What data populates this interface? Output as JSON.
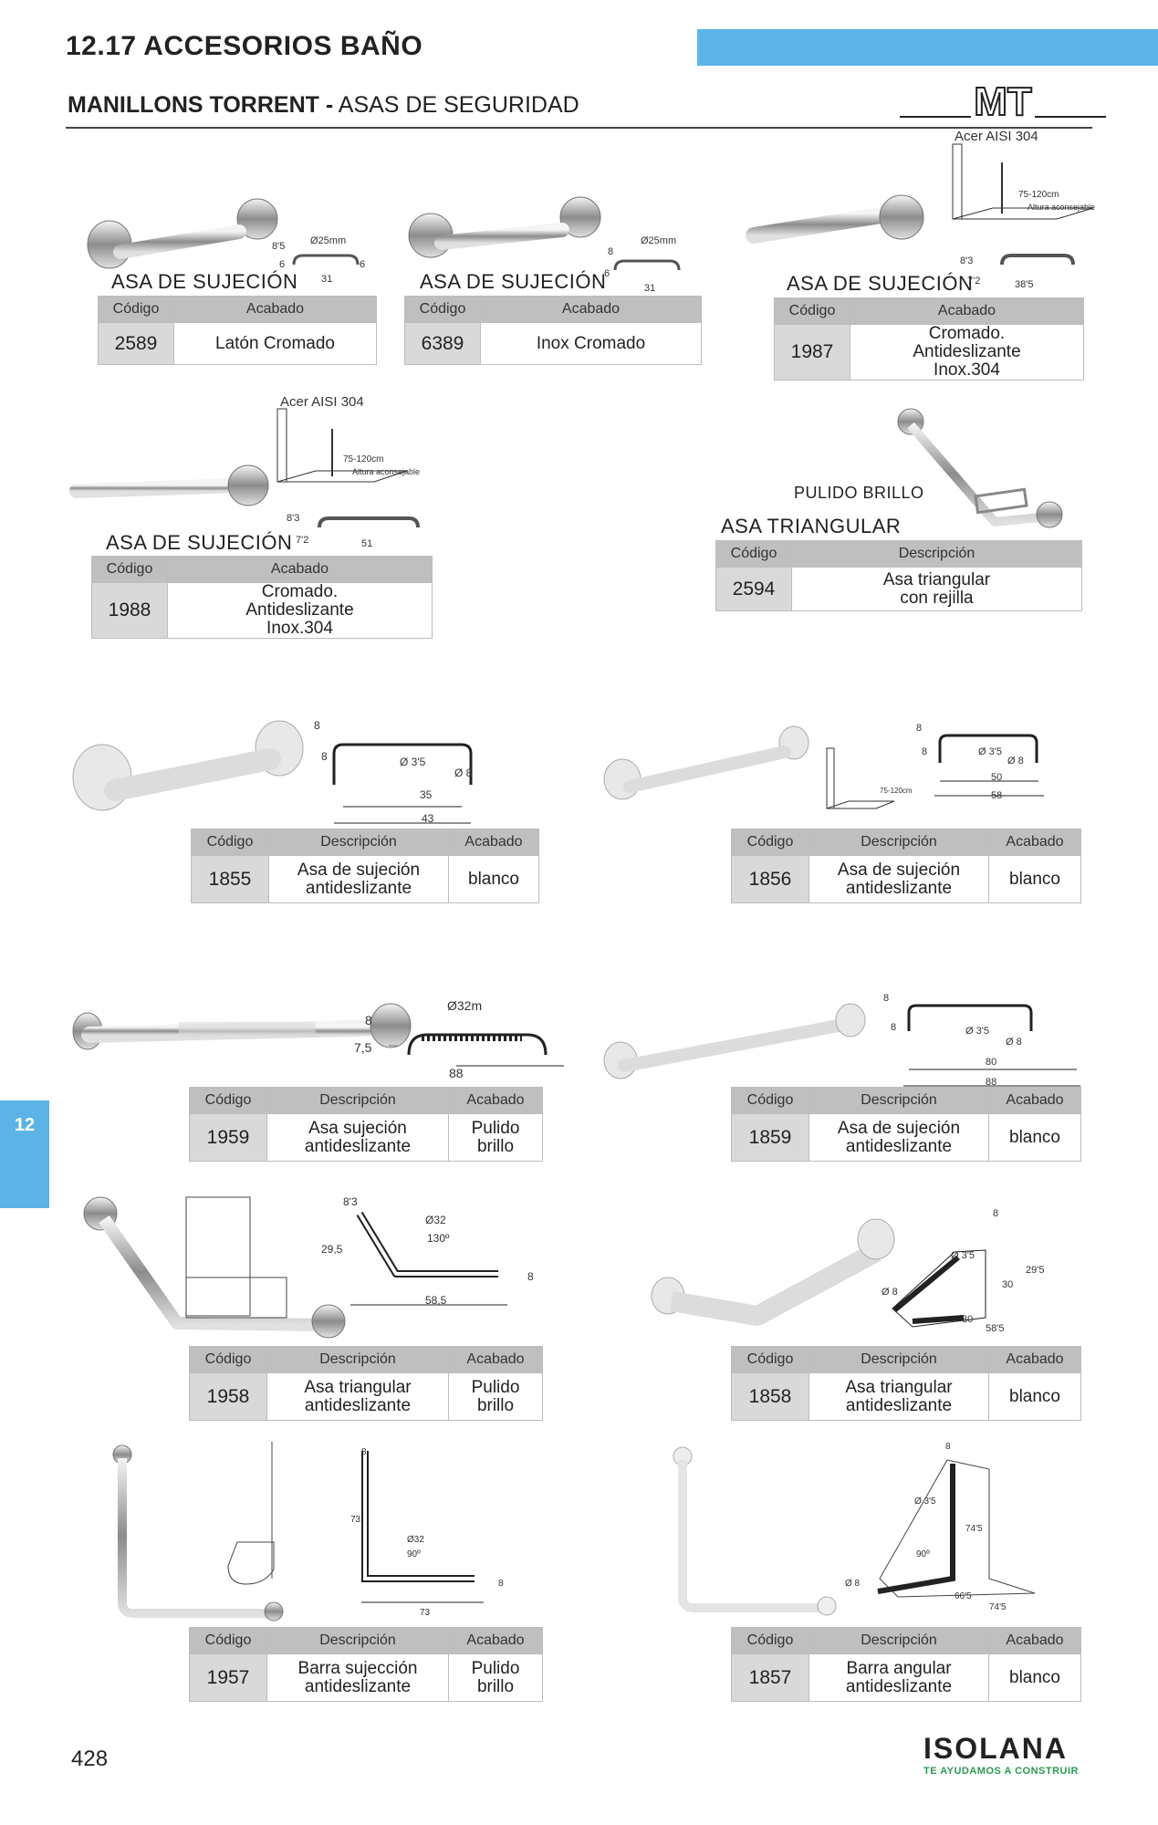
{
  "header": {
    "section_title": "12.17 ACCESORIOS BAÑO",
    "brand_line_bold": "MANILLONS TORRENT -",
    "brand_line_light": "ASAS DE SEGURIDAD",
    "logo_text": "MT"
  },
  "side_tab": "12",
  "footer": {
    "page_number": "428",
    "brand_name": "ISOLANA",
    "brand_tagline": "TE AYUDAMOS A CONSTRUIR"
  },
  "colors": {
    "accent_blue": "#5bb3e6",
    "tagline_green": "#2a9a53",
    "table_header": "#bfbfbf",
    "code_cell": "#d9d9d9"
  },
  "products": {
    "p2589": {
      "label": "ASA DE SUJECIÓN",
      "h1": "Código",
      "h2": "Acabado",
      "code": "2589",
      "finish": "Latón Cromado",
      "dims": [
        "Ø25mm",
        "8'5",
        "6",
        "6",
        "31"
      ]
    },
    "p6389": {
      "label": "ASA DE SUJECIÓN",
      "h1": "Código",
      "h2": "Acabado",
      "code": "6389",
      "finish": "Inox Cromado",
      "dims": [
        "Ø25mm",
        "8",
        "6",
        "31"
      ]
    },
    "p1987": {
      "label": "ASA DE SUJECIÓN",
      "note": "Acer AISI 304",
      "install": [
        "75-120cm",
        "Altura aconsejable"
      ],
      "h1": "Código",
      "h2": "Acabado",
      "code": "1987",
      "finish": [
        "Cromado.",
        "Antideslizante",
        "Inox.304"
      ],
      "dims": [
        "8'3",
        "7'2",
        "38'5"
      ]
    },
    "p1988": {
      "label": "ASA DE SUJECIÓN",
      "note": "Acer AISI 304",
      "install": [
        "75-120cm",
        "Altura aconsejable"
      ],
      "h1": "Código",
      "h2": "Acabado",
      "code": "1988",
      "finish": [
        "Cromado.",
        "Antideslizante",
        "Inox.304"
      ],
      "dims": [
        "8'3",
        "7'2",
        "51"
      ]
    },
    "p2594": {
      "label_top": "PULIDO BRILLO",
      "label": "ASA TRIANGULAR",
      "h1": "Código",
      "h2": "Descripción",
      "code": "2594",
      "desc": [
        "Asa triangular",
        "con rejilla"
      ]
    },
    "p1855": {
      "h1": "Código",
      "h2": "Descripción",
      "h3": "Acabado",
      "code": "1855",
      "desc": [
        "Asa de sujeción",
        "antideslizante"
      ],
      "finish": "blanco",
      "dims": [
        "8",
        "8",
        "Ø 3'5",
        "Ø 8",
        "35",
        "43"
      ]
    },
    "p1856": {
      "h1": "Código",
      "h2": "Descripción",
      "h3": "Acabado",
      "code": "1856",
      "desc": [
        "Asa de sujeción",
        "antideslizante"
      ],
      "finish": "blanco",
      "install": "75-120cm",
      "dims": [
        "8",
        "8",
        "Ø 3'5",
        "Ø 8",
        "50",
        "58"
      ]
    },
    "p1959": {
      "h1": "Código",
      "h2": "Descripción",
      "h3": "Acabado",
      "code": "1959",
      "desc": [
        "Asa sujeción",
        "antideslizante"
      ],
      "finish": "Pulido brillo",
      "dims": [
        "Ø32m",
        "8",
        "7,5",
        "88"
      ]
    },
    "p1859": {
      "h1": "Código",
      "h2": "Descripción",
      "h3": "Acabado",
      "code": "1859",
      "desc": [
        "Asa de sujeción",
        "antideslizante"
      ],
      "finish": "blanco",
      "dims": [
        "8",
        "8",
        "Ø 3'5",
        "Ø 8",
        "80",
        "88"
      ]
    },
    "p1958": {
      "h1": "Código",
      "h2": "Descripción",
      "h3": "Acabado",
      "code": "1958",
      "desc": [
        "Asa triangular",
        "antideslizante"
      ],
      "finish": "Pulido brillo",
      "dims": [
        "8'3",
        "Ø32",
        "130º",
        "29,5",
        "8",
        "58,5"
      ]
    },
    "p1858": {
      "h1": "Código",
      "h2": "Descripción",
      "h3": "Acabado",
      "code": "1858",
      "desc": [
        "Asa triangular",
        "antideslizante"
      ],
      "finish": "blanco",
      "dims": [
        "8",
        "Ø 3'5",
        "Ø 8",
        "29'5",
        "30",
        "30",
        "58'5"
      ]
    },
    "p1957": {
      "h1": "Código",
      "h2": "Descripción",
      "h3": "Acabado",
      "code": "1957",
      "desc": [
        "Barra sujección",
        "antideslizante"
      ],
      "finish": "Pulido brillo",
      "dims": [
        "8",
        "73",
        "Ø32",
        "90º",
        "8",
        "73"
      ]
    },
    "p1857": {
      "h1": "Código",
      "h2": "Descripción",
      "h3": "Acabado",
      "code": "1857",
      "desc": [
        "Barra angular",
        "antideslizante"
      ],
      "finish": "blanco",
      "dims": [
        "8",
        "Ø 3'5",
        "74'5",
        "90º",
        "Ø 8",
        "66'5",
        "74'5"
      ]
    }
  }
}
